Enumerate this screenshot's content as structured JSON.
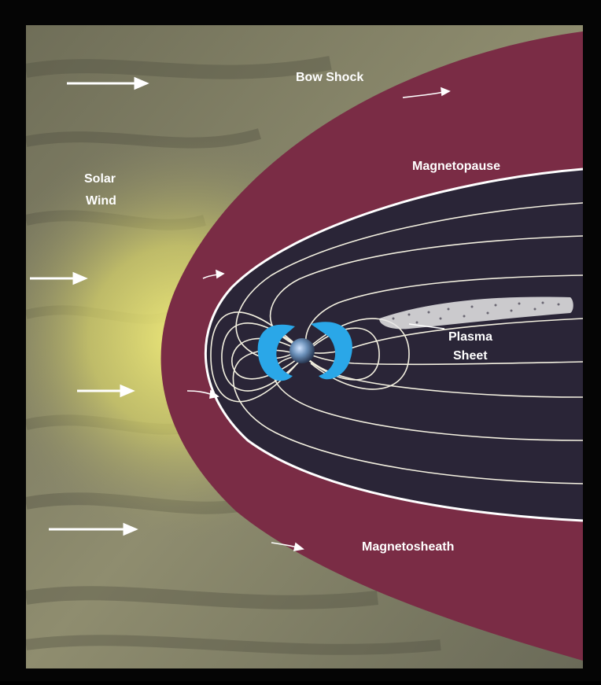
{
  "labels": {
    "bow_shock": "Bow Shock",
    "solar_wind_line1": "Solar",
    "solar_wind_line2": "Wind",
    "magnetopause": "Magnetopause",
    "plasma_sheet_line1": "Plasma",
    "plasma_sheet_line2": "Sheet",
    "magnetosheath": "Magnetosheath"
  },
  "colors": {
    "frame": "#050505",
    "solar_wind_gray": "#8b8a6e",
    "solar_wind_glow": "#e3e070",
    "magnetosheath": "#7a2c45",
    "magnetosphere": "#2a2537",
    "field_lines": "#f3f0e0",
    "radiation_belts": "#2aa7e8",
    "earth": "#5a7fa6",
    "plasma_sheet": "#e8e8e8"
  },
  "icons": {
    "flow_arrow": "right-arrow-icon",
    "earth": "earth-icon"
  }
}
